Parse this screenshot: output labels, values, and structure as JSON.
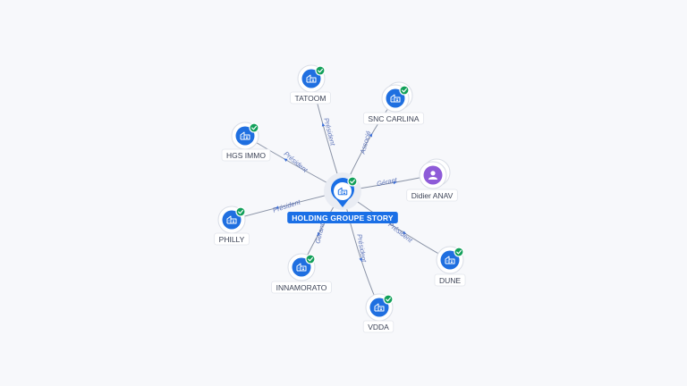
{
  "center": {
    "name": "HOLDING GROUPE STORY",
    "icon": "building-icon",
    "verified": true
  },
  "nodes": [
    {
      "id": "tatoom",
      "name": "TATOOM",
      "type": "company",
      "icon": "building-icon",
      "verified": true,
      "stacked": false,
      "edge_label": "Président"
    },
    {
      "id": "snc-carlina",
      "name": "SNC CARLINA",
      "type": "company",
      "icon": "building-icon",
      "verified": true,
      "stacked": true,
      "edge_label": "Associé"
    },
    {
      "id": "hgs-immo",
      "name": "HGS IMMO",
      "type": "company",
      "icon": "building-icon",
      "verified": true,
      "stacked": false,
      "edge_label": "Président"
    },
    {
      "id": "didier-anav",
      "name": "Didier ANAV",
      "type": "person",
      "icon": "person-icon",
      "verified": false,
      "stacked": true,
      "edge_label": "Gérant"
    },
    {
      "id": "philly",
      "name": "PHILLY",
      "type": "company",
      "icon": "building-icon",
      "verified": true,
      "stacked": false,
      "edge_label": "Président"
    },
    {
      "id": "innamorato",
      "name": "INNAMORATO",
      "type": "company",
      "icon": "building-icon",
      "verified": true,
      "stacked": false,
      "edge_label": "Gérant"
    },
    {
      "id": "vdda",
      "name": "VDDA",
      "type": "company",
      "icon": "building-icon",
      "verified": true,
      "stacked": false,
      "edge_label": "Président"
    },
    {
      "id": "dune",
      "name": "DUNE",
      "type": "company",
      "icon": "building-icon",
      "verified": true,
      "stacked": false,
      "edge_label": "Président"
    }
  ],
  "colors": {
    "company": "#1f6fe0",
    "person": "#8e5bd8",
    "verified": "#12a05a",
    "center_label": "#1a6fe6",
    "edge_label": "#5c73b8"
  }
}
